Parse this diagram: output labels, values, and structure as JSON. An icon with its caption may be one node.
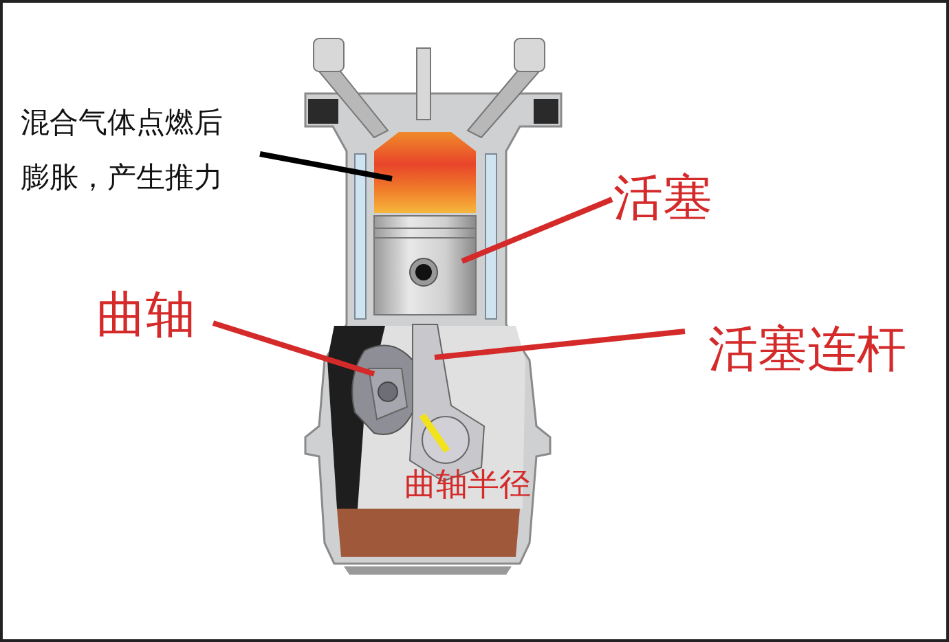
{
  "diagram": {
    "nodes": [
      {
        "text": [
          "混合气体点燃后膨胀，产生推力"
        ]
      },
      {
        "text": [],
        "shape": "picture"
      },
      {
        "text": [
          "活塞"
        ]
      },
      {
        "text": [],
        "shape": "picture"
      },
      {
        "text": [
          "曲轴"
        ]
      },
      {
        "text": [],
        "shape": "picture"
      },
      {
        "text": [
          "活塞连杆"
        ]
      },
      {
        "text": [],
        "shape": "picture"
      }
    ],
    "edges": [
      {
        "from": 0,
        "to": 1,
        "arrow": "none",
        "color": "#000000"
      },
      {
        "from": 2,
        "to": 3,
        "arrow": "none"
      },
      {
        "from": 4,
        "to": 5,
        "arrow": "none"
      },
      {
        "from": 6,
        "to": 7,
        "arrow": "none"
      }
    ],
    "labels": [
      "曲轴半径"
    ]
  }
}
